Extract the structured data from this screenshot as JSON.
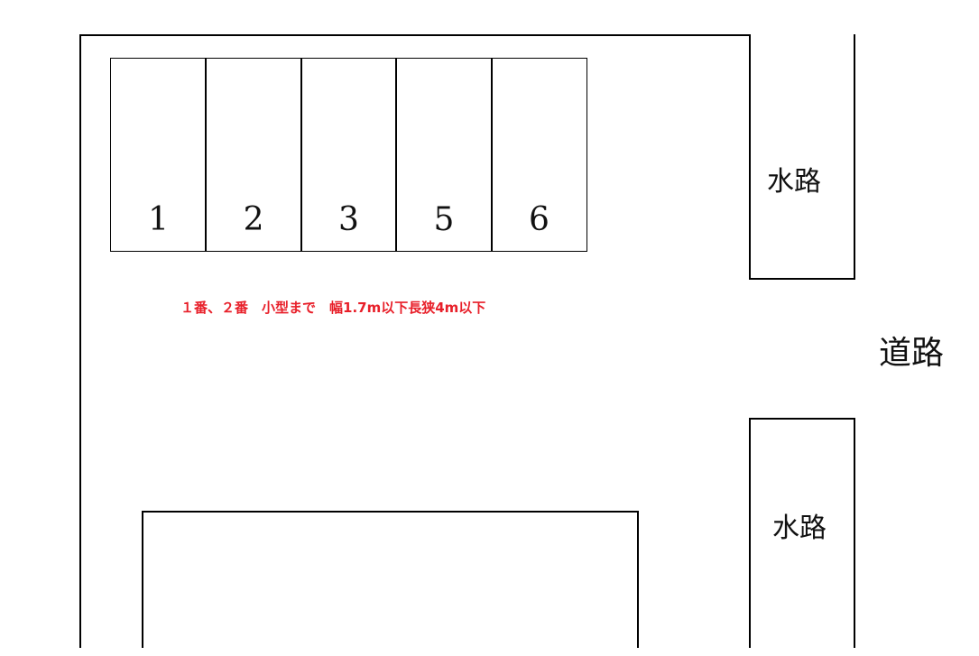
{
  "parking_spaces": [
    {
      "number": "1"
    },
    {
      "number": "2"
    },
    {
      "number": "3"
    },
    {
      "number": "5"
    },
    {
      "number": "6"
    }
  ],
  "size_note": "１番、２番　小型まで　幅1.7m以下長狭4m以下",
  "waterway_upper_label": "水路",
  "waterway_lower_label": "水路",
  "road_label": "道路",
  "colors": {
    "line": "#000000",
    "note_text": "#e8202a"
  }
}
